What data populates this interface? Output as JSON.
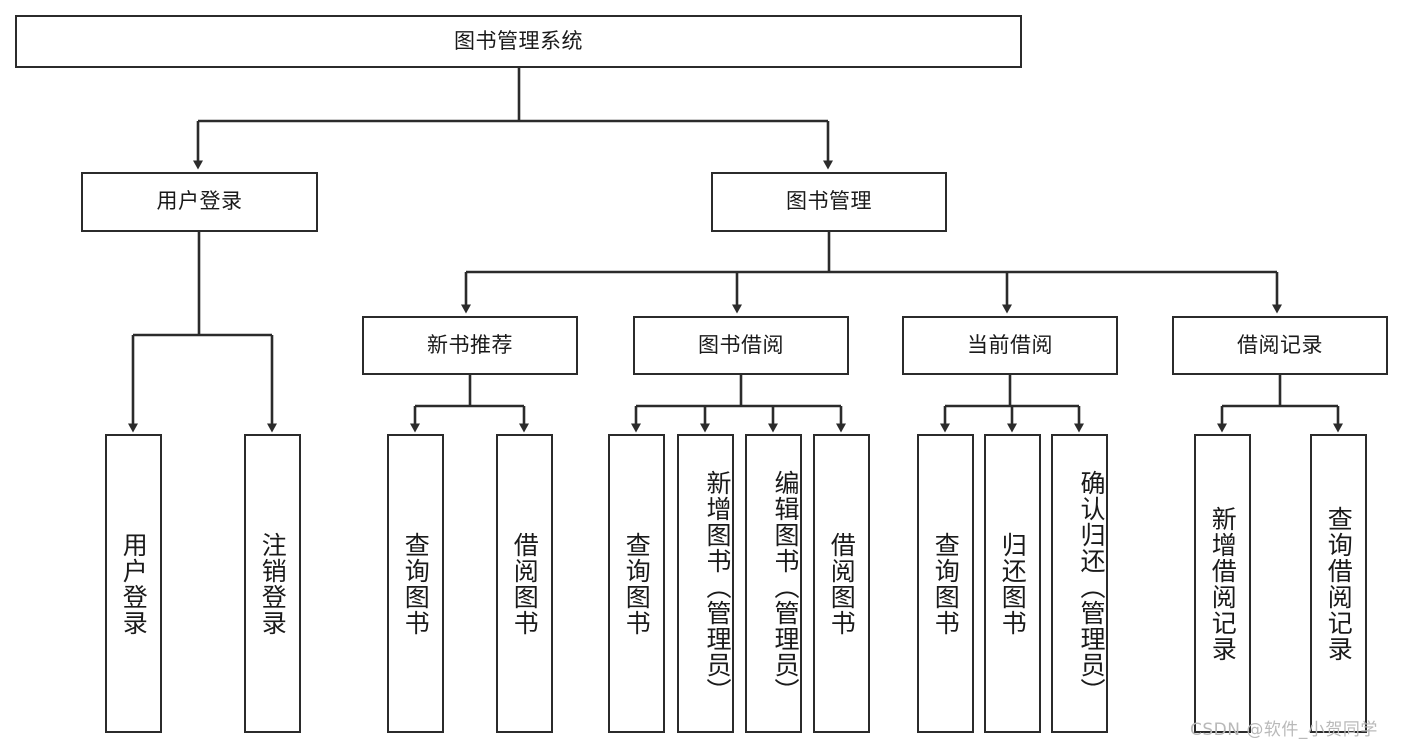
{
  "diagram": {
    "title_node": {
      "label": "图书管理系统"
    },
    "level2": [
      {
        "id": "user-login",
        "label": "用户登录"
      },
      {
        "id": "book-management",
        "label": "图书管理"
      }
    ],
    "level3": [
      {
        "id": "new-book-recommend",
        "label": "新书推荐"
      },
      {
        "id": "book-borrow",
        "label": "图书借阅"
      },
      {
        "id": "current-borrow",
        "label": "当前借阅"
      },
      {
        "id": "borrow-record",
        "label": "借阅记录"
      }
    ],
    "leaves": [
      {
        "id": "leaf-user-login",
        "label": "用户登录",
        "parent": "user-login"
      },
      {
        "id": "leaf-user-logout",
        "label": "注销登录",
        "parent": "user-login"
      },
      {
        "id": "leaf-query-book-1",
        "label": "查询图书",
        "parent": "new-book-recommend"
      },
      {
        "id": "leaf-borrow-book-1",
        "label": "借阅图书",
        "parent": "new-book-recommend"
      },
      {
        "id": "leaf-query-book-2",
        "label": "查询图书",
        "parent": "book-borrow"
      },
      {
        "id": "leaf-add-book",
        "label": "新增图书（管理员）",
        "parent": "book-borrow"
      },
      {
        "id": "leaf-edit-book",
        "label": "编辑图书（管理员）",
        "parent": "book-borrow"
      },
      {
        "id": "leaf-borrow-book-2",
        "label": "借阅图书",
        "parent": "book-borrow"
      },
      {
        "id": "leaf-query-book-3",
        "label": "查询图书",
        "parent": "current-borrow"
      },
      {
        "id": "leaf-return-book",
        "label": "归还图书",
        "parent": "current-borrow"
      },
      {
        "id": "leaf-confirm-return",
        "label": "确认归还（管理员）",
        "parent": "current-borrow"
      },
      {
        "id": "leaf-add-record",
        "label": "新增借阅记录",
        "parent": "borrow-record"
      },
      {
        "id": "leaf-query-record",
        "label": "查询借阅记录",
        "parent": "borrow-record"
      }
    ],
    "watermark": "CSDN @软件_小贺同学",
    "colors": {
      "stroke": "#2b2b2b",
      "fill": "#ffffff",
      "text": "#1a1a1a",
      "watermark": "#b9b9b9"
    }
  }
}
